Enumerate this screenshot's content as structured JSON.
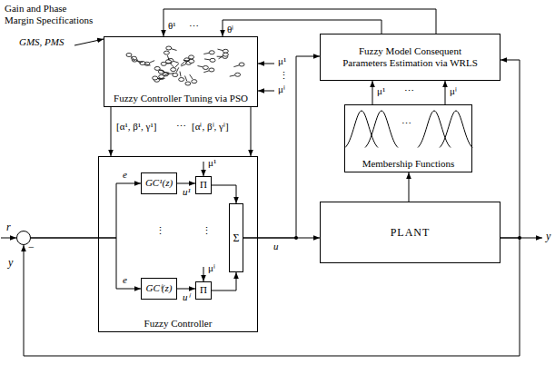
{
  "diagram": {
    "nodes": [
      {
        "text": [
          "Fuzzy Controller Tuning via PSO"
        ]
      },
      {
        "text": [
          "Fuzzy Model Consequent Parameters Estimation via WRLS"
        ]
      },
      {
        "text": [
          "Membership Functions"
        ]
      },
      {
        "text": [
          "PLANT"
        ]
      },
      {
        "text": [
          "Fuzzy Controller"
        ]
      },
      {
        "text": [
          "GC¹(z)"
        ],
        "in": 4
      },
      {
        "text": [
          "Π"
        ],
        "in": 4
      },
      {
        "text": [
          "GCⁱ(z)"
        ],
        "in": 4
      },
      {
        "text": [
          "Π"
        ],
        "in": 4
      },
      {
        "text": [
          "Σ"
        ],
        "in": 4
      },
      {
        "text": [
          "−"
        ]
      }
    ],
    "edges": [
      {
        "from": 10,
        "to": 5,
        "arrow": "to",
        "label": "e"
      },
      {
        "from": 10,
        "to": 7,
        "arrow": "to",
        "label": "e"
      },
      {
        "from": 5,
        "to": 6,
        "arrow": "to",
        "label": "u¹"
      },
      {
        "from": 7,
        "to": 8,
        "arrow": "to",
        "label": "uⁱ"
      },
      {
        "from": 6,
        "to": 9,
        "arrow": "to"
      },
      {
        "from": 8,
        "to": 9,
        "arrow": "to"
      },
      {
        "from": 9,
        "to": 3,
        "arrow": "to",
        "label": "u"
      },
      {
        "from": 9,
        "to": 1,
        "arrow": "to"
      },
      {
        "from": 3,
        "to": 1,
        "arrow": "to"
      },
      {
        "from": 3,
        "to": 10,
        "arrow": "to",
        "label": "y"
      },
      {
        "from": 3,
        "to": 2,
        "arrow": "to"
      },
      {
        "from": 2,
        "to": 1,
        "arrow": "to",
        "label": "μ¹"
      },
      {
        "from": 2,
        "to": 1,
        "arrow": "to",
        "label": "μⁱ"
      },
      {
        "from": 1,
        "to": 0,
        "arrow": "to",
        "label": "θ¹"
      },
      {
        "from": 1,
        "to": 0,
        "arrow": "to",
        "label": "θⁱ"
      },
      {
        "from": 0,
        "to": 4,
        "arrow": "to",
        "label": "[α¹, β¹, γ¹]"
      },
      {
        "from": 0,
        "to": 4,
        "arrow": "to",
        "label": "[αⁱ, βⁱ, γⁱ]"
      }
    ],
    "labels": [
      "Gain and Phase Margin Specifications",
      "GMS, PMS",
      "μ¹",
      "⋮",
      "μⁱ",
      "⋯",
      "⋯",
      "⋯",
      "⋯",
      "r",
      "⋮",
      "⋮",
      "y",
      "μ¹",
      "μⁱ"
    ]
  }
}
